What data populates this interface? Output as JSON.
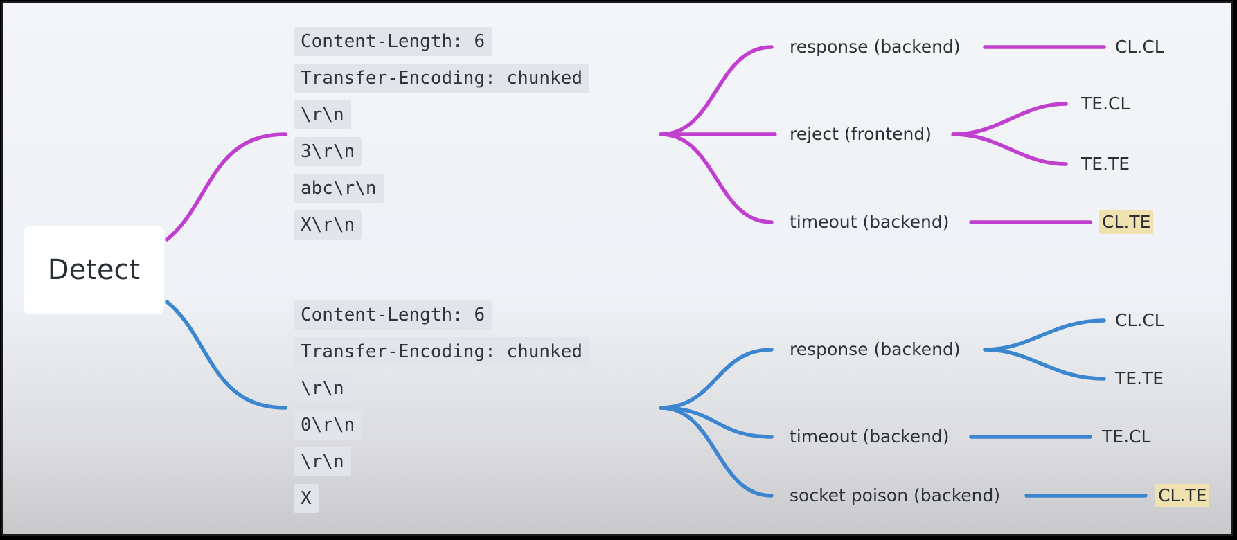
{
  "root": {
    "label": "Detect"
  },
  "colors": {
    "magenta": "#c13fcf",
    "blue": "#3b86cf",
    "highlight": "#efe1b0"
  },
  "branches": [
    {
      "code_lines": [
        "Content-Length: 6",
        "Transfer-Encoding: chunked",
        "\\r\\n",
        "3\\r\\n",
        "abc\\r\\n",
        "X\\r\\n"
      ],
      "results": [
        {
          "label": "response (backend)",
          "outcomes": [
            {
              "label": "CL.CL",
              "highlighted": false
            }
          ]
        },
        {
          "label": "reject (frontend)",
          "outcomes": [
            {
              "label": "TE.CL",
              "highlighted": false
            },
            {
              "label": "TE.TE",
              "highlighted": false
            }
          ]
        },
        {
          "label": "timeout (backend)",
          "outcomes": [
            {
              "label": "CL.TE",
              "highlighted": true
            }
          ]
        }
      ]
    },
    {
      "code_lines": [
        "Content-Length: 6",
        "Transfer-Encoding: chunked",
        "\\r\\n",
        "0\\r\\n",
        "\\r\\n",
        "X"
      ],
      "results": [
        {
          "label": "response (backend)",
          "outcomes": [
            {
              "label": "CL.CL",
              "highlighted": false
            },
            {
              "label": "TE.TE",
              "highlighted": false
            }
          ]
        },
        {
          "label": "timeout (backend)",
          "outcomes": [
            {
              "label": "TE.CL",
              "highlighted": false
            }
          ]
        },
        {
          "label": "socket poison (backend)",
          "outcomes": [
            {
              "label": "CL.TE",
              "highlighted": true
            }
          ]
        }
      ]
    }
  ]
}
